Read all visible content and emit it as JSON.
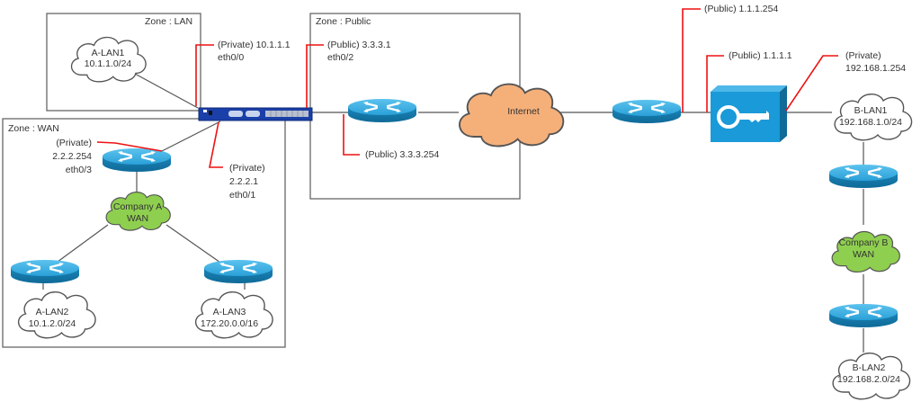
{
  "zones": {
    "lan": "Zone : LAN",
    "public": "Zone : Public",
    "wan": "Zone : WAN"
  },
  "clouds": {
    "a_lan1": {
      "name": "A-LAN1",
      "subnet": "10.1.1.0/24"
    },
    "a_lan2": {
      "name": "A-LAN2",
      "subnet": "10.1.2.0/24"
    },
    "a_lan3": {
      "name": "A-LAN3",
      "subnet": "172.20.0.0/16"
    },
    "company_a_wan": {
      "line1": "Company A",
      "line2": "WAN"
    },
    "internet": {
      "name": "Internet"
    },
    "b_lan1": {
      "name": "B-LAN1",
      "subnet": "192.168.1.0/24"
    },
    "company_b_wan": {
      "line1": "Company B",
      "line2": "WAN"
    },
    "b_lan2": {
      "name": "B-LAN2",
      "subnet": "192.168.2.0/24"
    }
  },
  "callouts": {
    "eth00": {
      "line1": "(Private) 10.1.1.1",
      "line2": "eth0/0"
    },
    "eth02": {
      "line1": "(Public) 3.3.3.1",
      "line2": "eth0/2"
    },
    "public_router": {
      "line1": "(Public) 3.3.3.254"
    },
    "eth03": {
      "line1": "(Private)",
      "line2": "2.2.2.254",
      "line3": "eth0/3"
    },
    "eth01": {
      "line1": "(Private)",
      "line2": "2.2.2.1",
      "line3": "eth0/1"
    },
    "b_router_public": {
      "line1": "(Public) 1.1.1.254"
    },
    "vpn_public": {
      "line1": "(Public) 1.1.1.1"
    },
    "vpn_private": {
      "line1": "(Private)",
      "line2": "192.168.1.254"
    }
  },
  "colors": {
    "callout": "#ee1111",
    "router": "#1e8fc6",
    "firewall_appliance": "#1a3fa8",
    "vpn_concentrator": "#1a9ad8",
    "internet_cloud": "#f5b07a",
    "wan_cloud": "#8fcf4f"
  }
}
